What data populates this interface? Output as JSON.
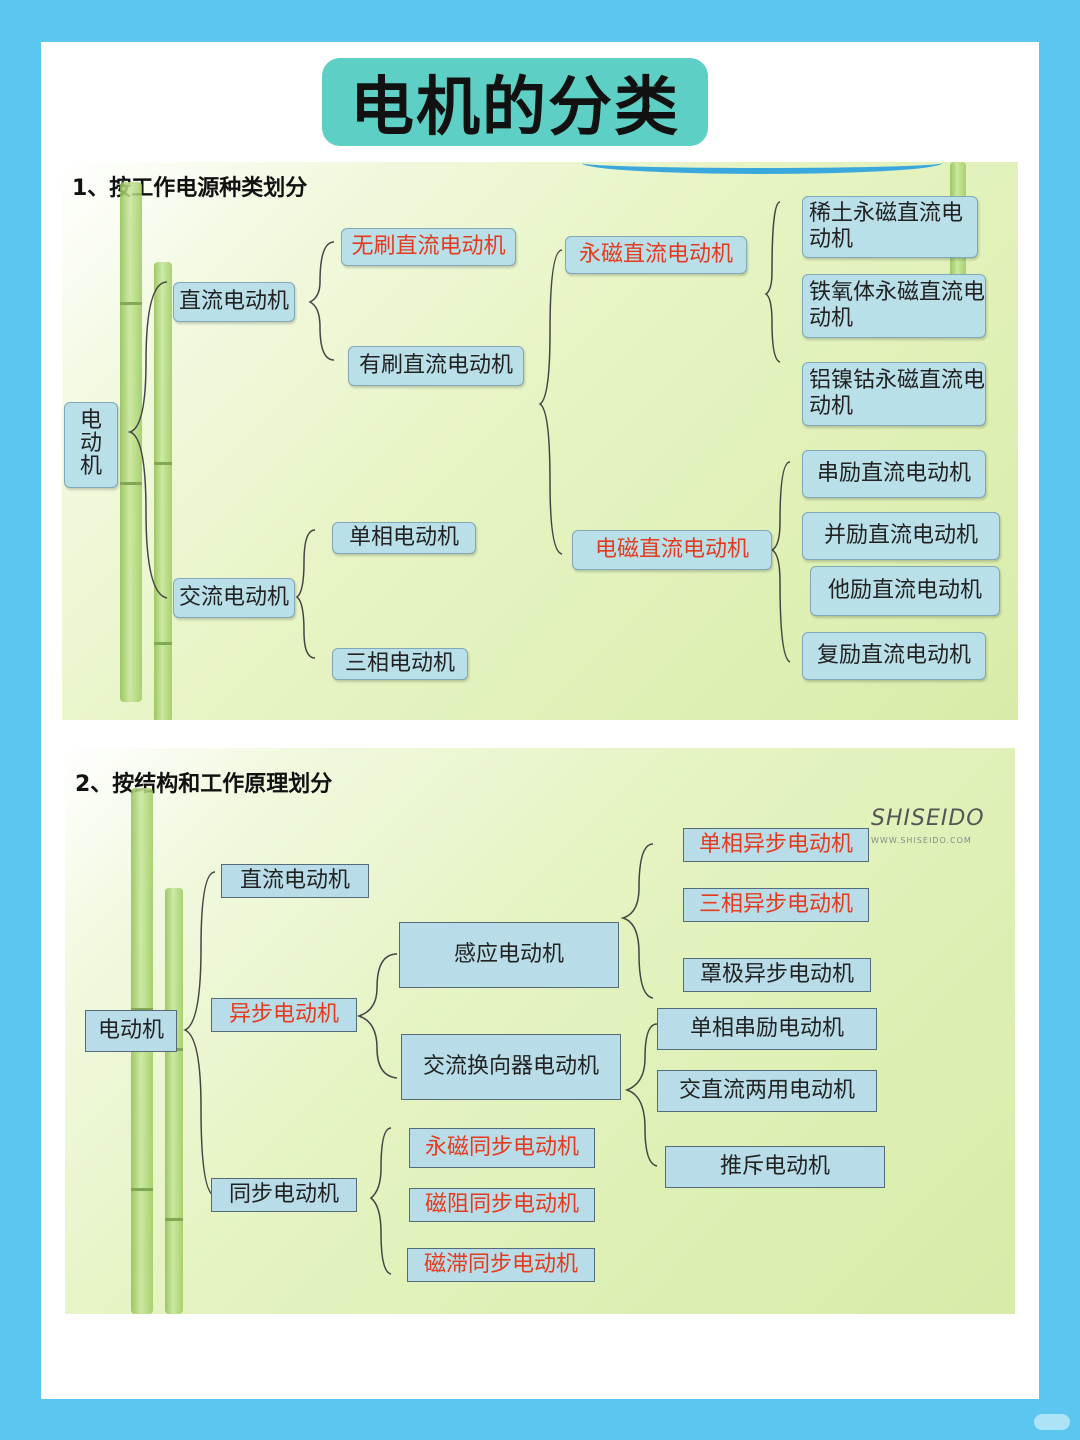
{
  "page_title": "电机的分类",
  "section1": {
    "heading": "1、按工作电源种类划分",
    "root": [
      "电",
      "动",
      "机"
    ],
    "dc": "直流电动机",
    "ac": "交流电动机",
    "brushless": "无刷直流电动机",
    "brushed": "有刷直流电动机",
    "pm_dc": "永磁直流电动机",
    "em_dc": "电磁直流电动机",
    "rare_earth": "稀土永磁直流电动机",
    "ferrite": "铁氧体永磁直流电动机",
    "alnico": "铝镍钴永磁直流电动机",
    "series_exc": "串励直流电动机",
    "shunt_exc": "并励直流电动机",
    "separate_exc": "他励直流电动机",
    "compound_exc": "复励直流电动机",
    "single_phase": "单相电动机",
    "three_phase": "三相电动机"
  },
  "section2": {
    "heading": "2、按结构和工作原理划分",
    "logo": "SHISEIDO",
    "logo_url": "WWW.SHISEIDO.COM",
    "root": "电动机",
    "dc": "直流电动机",
    "async": "异步电动机",
    "sync": "同步电动机",
    "induction": "感应电动机",
    "ac_commutator": "交流换向器电动机",
    "single_async": "单相异步电动机",
    "three_async": "三相异步电动机",
    "shaded_async": "罩极异步电动机",
    "single_series": "单相串励电动机",
    "universal": "交直流两用电动机",
    "repulsion": "推斥电动机",
    "pm_sync": "永磁同步电动机",
    "reluctance_sync": "磁阻同步电动机",
    "hysteresis_sync": "磁滞同步电动机"
  },
  "colors": {
    "background": "#5bc6ef",
    "title_pill": "#5ecfc4",
    "box": "#b9dfe9",
    "highlight_text": "#e53a1d"
  }
}
